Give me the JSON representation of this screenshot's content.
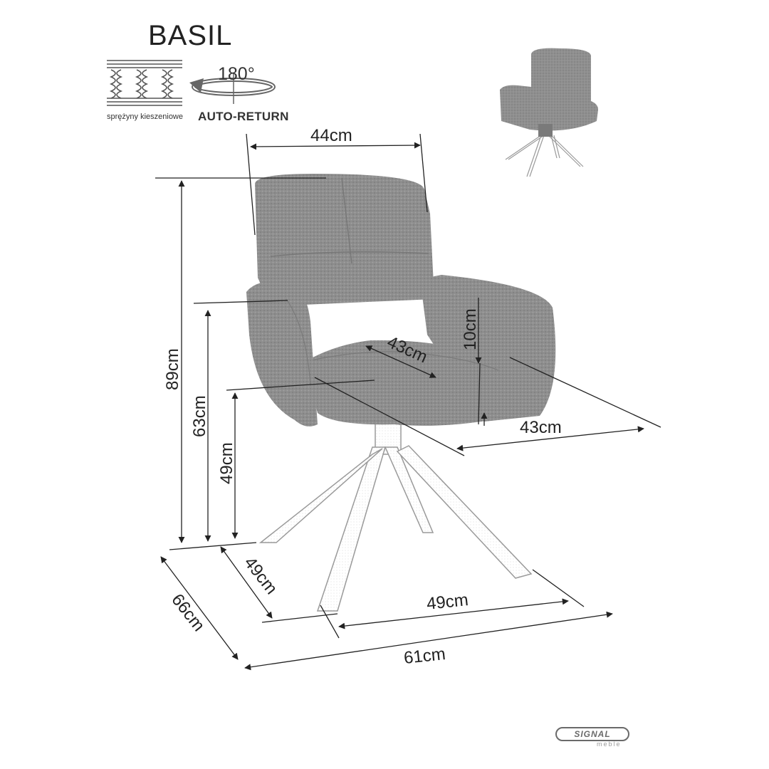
{
  "product": {
    "name": "BASIL"
  },
  "features": {
    "springs": "sprężyny kieszeniowe",
    "rotation": "180°",
    "auto_return": "AUTO-RETURN"
  },
  "dimensions": {
    "backrest_width": "44cm",
    "total_height": "89cm",
    "armrest_height": "63cm",
    "seat_height": "49cm",
    "seat_depth": "43cm",
    "armrest_above_seat": "10cm",
    "seat_width": "43cm",
    "base_depth": "49cm",
    "total_depth": "66cm",
    "base_width": "49cm",
    "total_width": "61cm"
  },
  "brand": {
    "name": "SIGNAL",
    "sub": "meble"
  },
  "colors": {
    "fabric": "#8f8f8f",
    "fabric_dark": "#777777",
    "line": "#222222"
  }
}
